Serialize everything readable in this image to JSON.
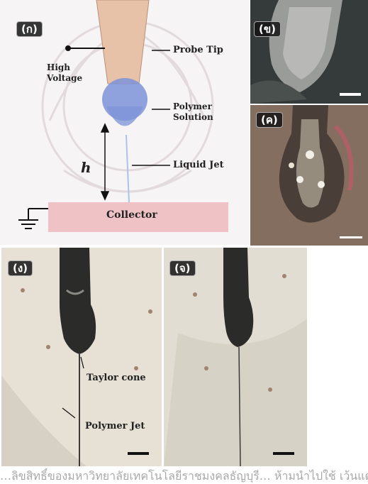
{
  "panels": {
    "a": {
      "label": "(ก)",
      "high_voltage": "High\nVoltage",
      "probe_tip": "Probe Tip",
      "polymer_solution": "Polymer\nSolution",
      "liquid_jet": "Liquid Jet",
      "h_symbol": "h",
      "collector": "Collector"
    },
    "b": {
      "label": "(ข)"
    },
    "c": {
      "label": "(ค)"
    },
    "d": {
      "label": "(ง)",
      "taylor_cone": "Taylor cone",
      "polymer_jet": "Polymer Jet"
    },
    "e": {
      "label": "(จ)"
    }
  },
  "watermark": "…ลิขสิทธิ์ของมหาวิทยาลัยเทคโนโลยีราชมงคลธัญบุรี… ห้ามนำไปใช้ เว้นแต่ได้รับอนุญาตให้นำ"
}
